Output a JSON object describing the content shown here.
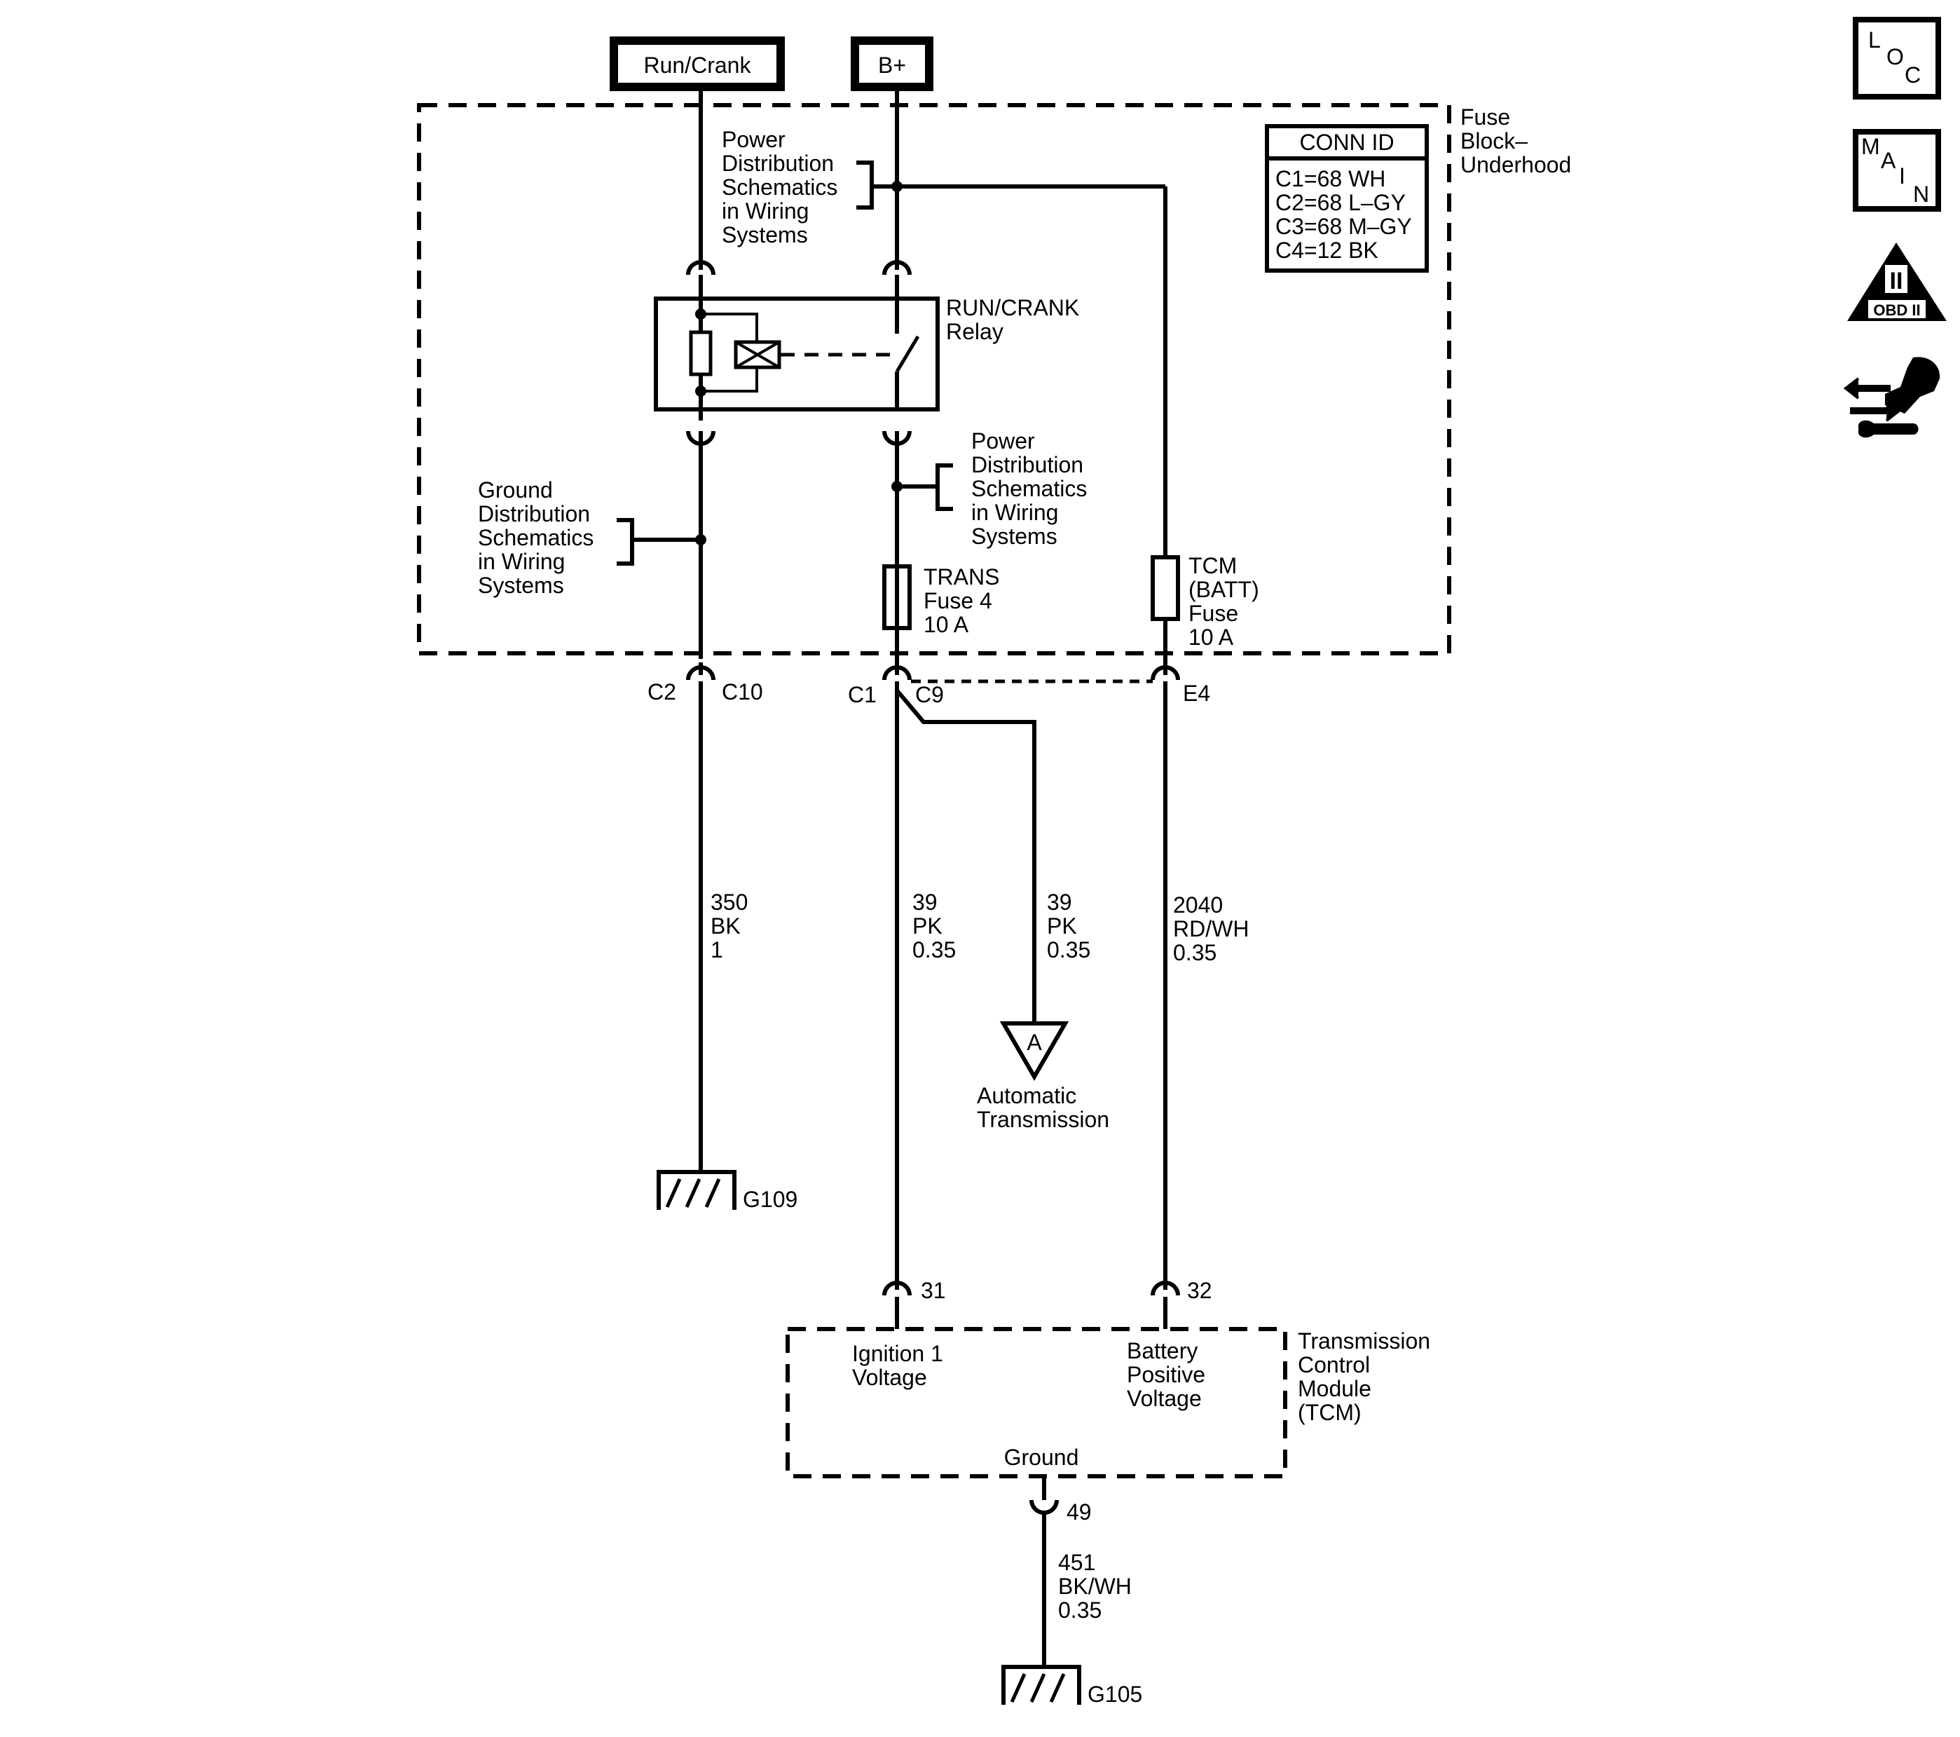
{
  "sources": {
    "run_crank": "Run/Crank",
    "b_plus": "B+"
  },
  "fuse_block": {
    "label": [
      "Fuse",
      "Block–",
      "Underhood"
    ]
  },
  "conn_id": {
    "title": "CONN ID",
    "rows": [
      "C1=68 WH",
      "C2=68 L–GY",
      "C3=68 M–GY",
      "C4=12 BK"
    ]
  },
  "power_dist_top": [
    "Power",
    "Distribution",
    "Schematics",
    "in Wiring",
    "Systems"
  ],
  "power_dist_mid": [
    "Power",
    "Distribution",
    "Schematics",
    "in Wiring",
    "Systems"
  ],
  "ground_dist": [
    "Ground",
    "Distribution",
    "Schematics",
    "in Wiring",
    "Systems"
  ],
  "relay": {
    "label": [
      "RUN/CRANK",
      "Relay"
    ]
  },
  "fuses": {
    "trans": [
      "TRANS",
      "Fuse 4",
      "10 A"
    ],
    "tcm": [
      "TCM",
      "(BATT)",
      "Fuse",
      "10 A"
    ]
  },
  "connectors": {
    "c2": "C2",
    "c10": "C10",
    "c1": "C1",
    "c9": "C9",
    "e4": "E4",
    "p31": "31",
    "p32": "32",
    "p49": "49"
  },
  "wires": {
    "w350": [
      "350",
      "BK",
      "1"
    ],
    "w39a": [
      "39",
      "PK",
      "0.35"
    ],
    "w39b": [
      "39",
      "PK",
      "0.35"
    ],
    "w2040": [
      "2040",
      "RD/WH",
      "0.35"
    ],
    "w451": [
      "451",
      "BK/WH",
      "0.35"
    ]
  },
  "offpage": {
    "letter": "A",
    "label": [
      "Automatic",
      "Transmission"
    ]
  },
  "grounds": {
    "g109": "G109",
    "g105": "G105"
  },
  "tcm": {
    "label": [
      "Transmission",
      "Control",
      "Module",
      "(TCM)"
    ],
    "ignition": [
      "Ignition 1",
      "Voltage"
    ],
    "battery": [
      "Battery",
      "Positive",
      "Voltage"
    ],
    "ground": "Ground"
  },
  "side_icons": {
    "loc": [
      "L",
      "O",
      "C"
    ],
    "main": [
      "M",
      "A",
      "I",
      "N"
    ],
    "obd": [
      "II",
      "OBD II"
    ]
  }
}
